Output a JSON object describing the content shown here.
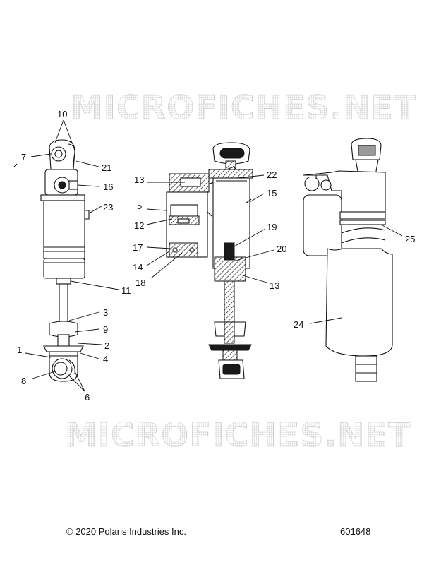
{
  "watermark": {
    "text": "MICROFICHES.NET"
  },
  "callouts": [
    {
      "id": "c10",
      "label": "10"
    },
    {
      "id": "c7",
      "label": "7"
    },
    {
      "id": "c21",
      "label": "21"
    },
    {
      "id": "c16",
      "label": "16"
    },
    {
      "id": "c23",
      "label": "23"
    },
    {
      "id": "c11",
      "label": "11"
    },
    {
      "id": "c3",
      "label": "3"
    },
    {
      "id": "c9",
      "label": "9"
    },
    {
      "id": "c1",
      "label": "1"
    },
    {
      "id": "c2",
      "label": "2"
    },
    {
      "id": "c4",
      "label": "4"
    },
    {
      "id": "c8",
      "label": "8"
    },
    {
      "id": "c6",
      "label": "6"
    },
    {
      "id": "c13a",
      "label": "13"
    },
    {
      "id": "c5",
      "label": "5"
    },
    {
      "id": "c12",
      "label": "12"
    },
    {
      "id": "c17",
      "label": "17"
    },
    {
      "id": "c14",
      "label": "14"
    },
    {
      "id": "c18",
      "label": "18"
    },
    {
      "id": "c22",
      "label": "22"
    },
    {
      "id": "c15",
      "label": "15"
    },
    {
      "id": "c19",
      "label": "19"
    },
    {
      "id": "c20",
      "label": "20"
    },
    {
      "id": "c13b",
      "label": "13"
    },
    {
      "id": "c25",
      "label": "25"
    },
    {
      "id": "c24",
      "label": "24"
    }
  ],
  "footer": {
    "copyright": "© 2020 Polaris Industries Inc.",
    "diagram_number": "601648"
  }
}
